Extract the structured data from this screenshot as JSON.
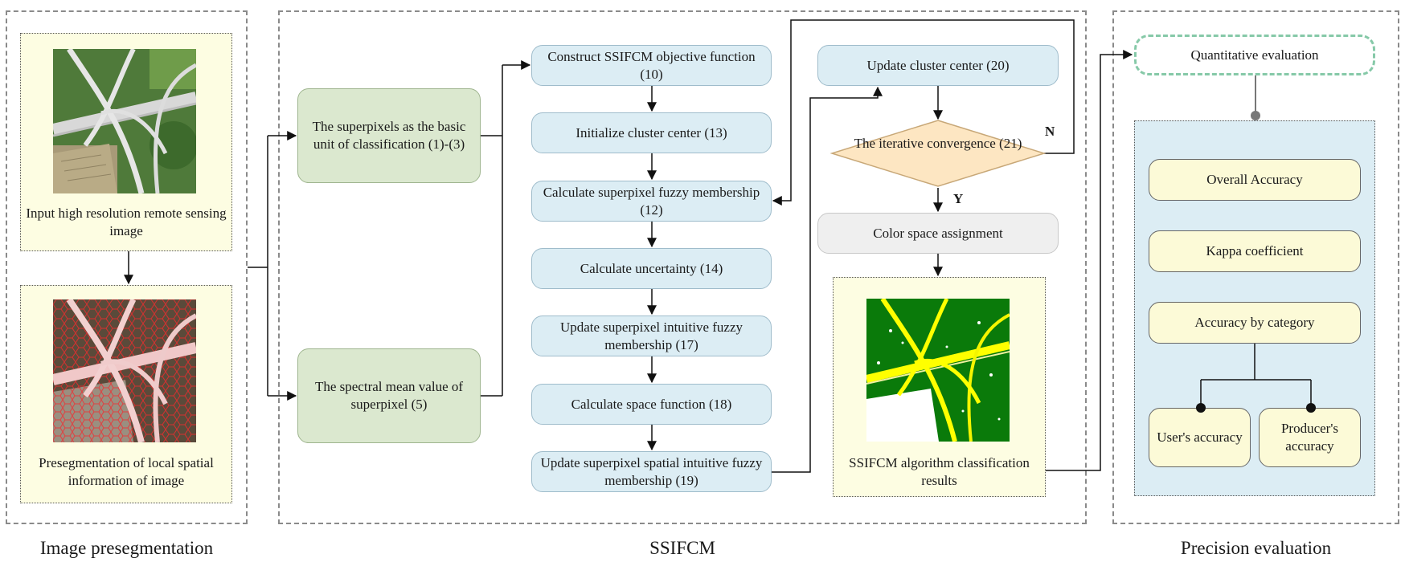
{
  "sections": {
    "presegmentation": "Image presegmentation",
    "ssifcm": "SSIFCM",
    "precision": "Precision evaluation"
  },
  "presegmentation": {
    "input_caption": "Input high resolution remote sensing image",
    "preseg_caption": "Presegmentation of local spatial information of image"
  },
  "features": {
    "superpixels": "The superpixels as the basic unit of classification (1)-(3)",
    "spectral": "The spectral mean value of superpixel (5)"
  },
  "steps": {
    "construct": "Construct SSIFCM objective function (10)",
    "init": "Initialize cluster center (13)",
    "membership": "Calculate superpixel fuzzy membership (12)",
    "uncertainty": "Calculate uncertainty (14)",
    "intuitive": "Update superpixel intuitive fuzzy membership (17)",
    "space": "Calculate space function (18)",
    "spatial_intuitive": "Update superpixel spatial intuitive fuzzy membership (19)"
  },
  "loop": {
    "update_center": "Update cluster center (20)",
    "convergence": "The iterative convergence (21)",
    "no_flag": "N",
    "yes_flag": "Y",
    "color_assign": "Color space assignment",
    "result_caption": "SSIFCM algorithm classification results"
  },
  "evaluation": {
    "quantitative": "Quantitative evaluation",
    "overall": "Overall Accuracy",
    "kappa": "Kappa coefficient",
    "category": "Accuracy by category",
    "user": "User's accuracy",
    "producer": "Producer's accuracy"
  },
  "colors": {
    "green_box": "#dbe8cf",
    "blue_box": "#dcedf4",
    "diamond": "#fde6c2",
    "yellow_panel": "#fdfde2",
    "dash_green": "#86c9a8",
    "result_green": "#0a7a0a",
    "result_yellow": "#ffff00"
  }
}
